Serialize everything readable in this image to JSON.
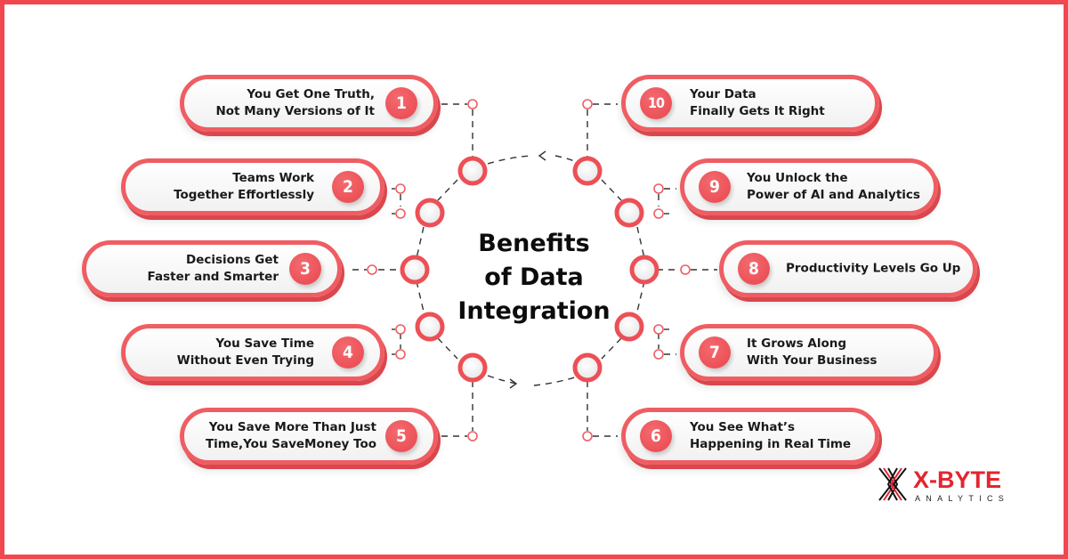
{
  "title": {
    "line1": "Benefits",
    "line2": "of Data",
    "line3": "Integration"
  },
  "benefits": [
    {
      "number": "1",
      "line1": "You Get One Truth,",
      "line2": "Not Many Versions of It",
      "side": "left"
    },
    {
      "number": "2",
      "line1": "Teams Work",
      "line2": "Together Effortlessly",
      "side": "left"
    },
    {
      "number": "3",
      "line1": "Decisions Get",
      "line2": "Faster and Smarter",
      "side": "left"
    },
    {
      "number": "4",
      "line1": "You Save Time",
      "line2": "Without Even Trying",
      "side": "left"
    },
    {
      "number": "5",
      "line1": "You Save More Than Just",
      "line2": "Time,You SaveMoney Too",
      "side": "left"
    },
    {
      "number": "6",
      "line1": "You See What’s",
      "line2": "Happening in Real Time",
      "side": "right"
    },
    {
      "number": "7",
      "line1": "It Grows Along",
      "line2": "With Your Business",
      "side": "right"
    },
    {
      "number": "8",
      "line1": "Productivity Levels Go Up",
      "line2": "",
      "side": "right"
    },
    {
      "number": "9",
      "line1": "You Unlock the",
      "line2": "Power of AI and Analytics",
      "side": "right"
    },
    {
      "number": "10",
      "line1": "Your Data",
      "line2": "Finally Gets It Right",
      "side": "right"
    }
  ],
  "logo": {
    "brand": "X-BYTE",
    "tagline": "ANALYTICS",
    "icon": "x-byte-logo-icon"
  },
  "colors": {
    "accent": "#ef5d63",
    "border": "#f2474f",
    "badge": "#e9464d",
    "brand_red": "#e3252f",
    "text": "#1a1a1a"
  }
}
